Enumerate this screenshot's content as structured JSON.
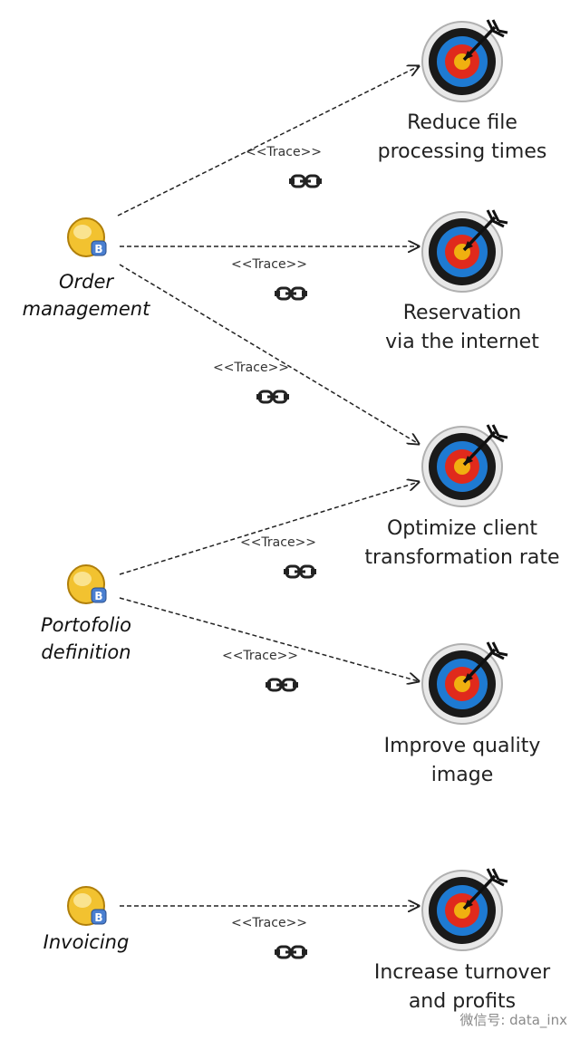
{
  "processes": [
    {
      "id": "order",
      "label": "Order\nmanagement",
      "badge": "B"
    },
    {
      "id": "portfolio",
      "label": "Portofolio\ndefinition",
      "badge": "B"
    },
    {
      "id": "invoicing",
      "label": "Invoicing",
      "badge": "B"
    }
  ],
  "goals": [
    {
      "id": "reduce",
      "label": "Reduce file\nprocessing times"
    },
    {
      "id": "reservation",
      "label": "Reservation\nvia the internet"
    },
    {
      "id": "optimize",
      "label": "Optimize client\ntransformation rate"
    },
    {
      "id": "quality",
      "label": "Improve quality\nimage"
    },
    {
      "id": "turnover",
      "label": "Increase turnover\nand profits"
    }
  ],
  "links": [
    {
      "from": "order",
      "to": "reduce",
      "label": "<<Trace>>"
    },
    {
      "from": "order",
      "to": "reservation",
      "label": "<<Trace>>"
    },
    {
      "from": "order",
      "to": "optimize",
      "label": "<<Trace>>"
    },
    {
      "from": "portfolio",
      "to": "optimize",
      "label": "<<Trace>>"
    },
    {
      "from": "portfolio",
      "to": "quality",
      "label": "<<Trace>>"
    },
    {
      "from": "invoicing",
      "to": "turnover",
      "label": "<<Trace>>"
    }
  ],
  "icons": {
    "process": "business-process-icon",
    "goal": "target-goal-icon",
    "link": "chain-link-icon"
  },
  "colors": {
    "process_fill": "#f2c230",
    "badge_fill": "#4a7fd0",
    "target_red": "#e02a1c",
    "target_blue": "#1e7ad2",
    "target_dark": "#1a1a1a",
    "line": "#222222"
  },
  "watermark": "微信号: data_inx"
}
